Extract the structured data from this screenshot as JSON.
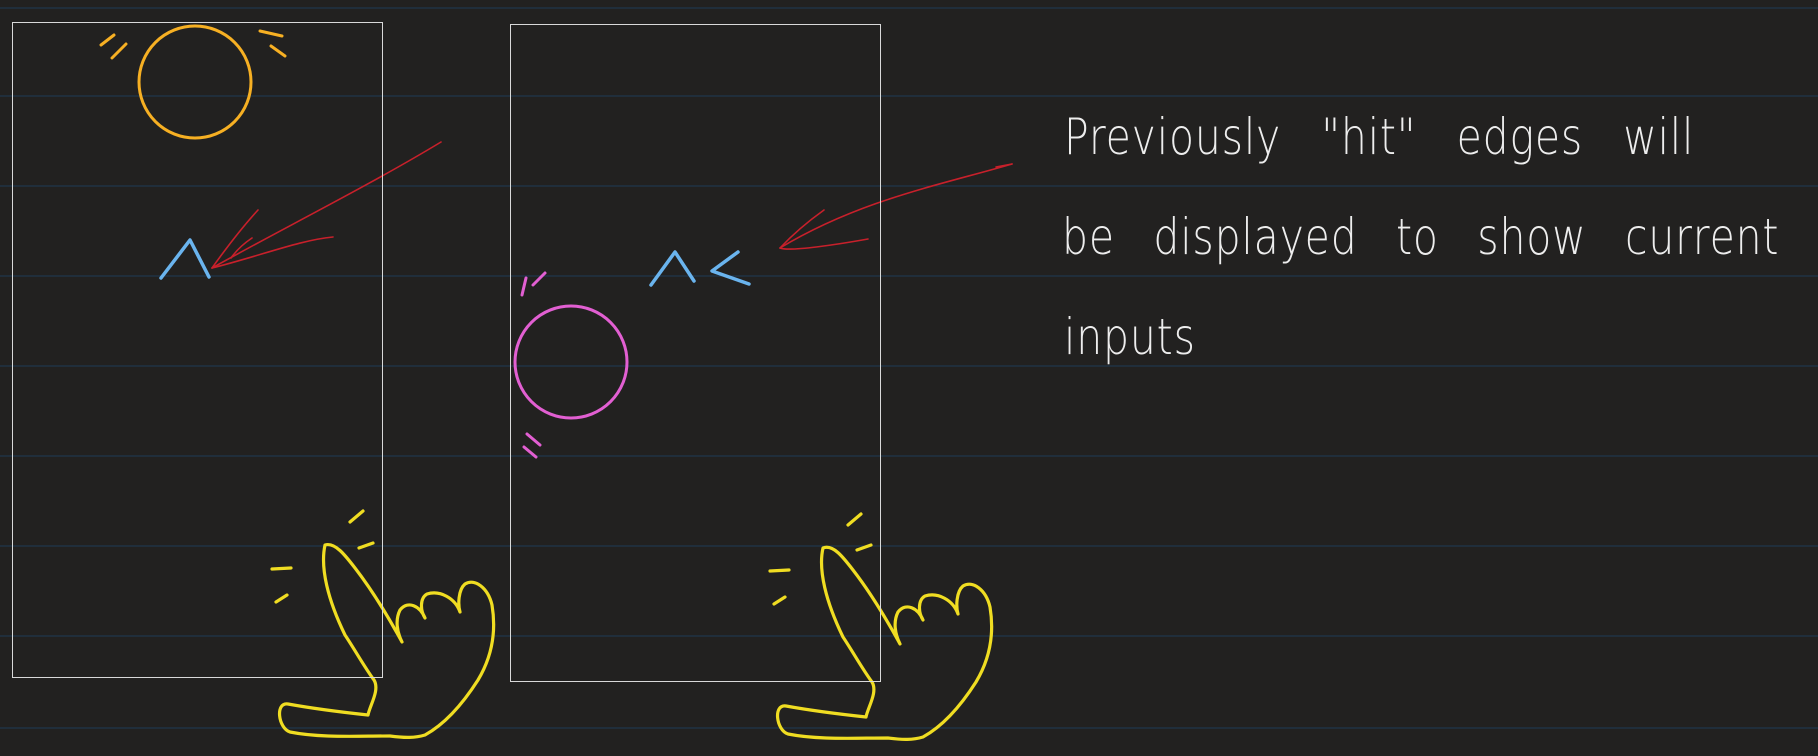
{
  "canvas": {
    "background": "#222120",
    "rule_color": "#1f3a56",
    "frame_color": "#d9d9d9"
  },
  "panels": [
    {
      "name": "panel-1",
      "sun_color": "#f7b023",
      "arrow_glyphs": [
        "^"
      ],
      "arrow_color": "#6ab4ee",
      "pointer_color": "#f0dd22",
      "annotation_color": "#c8202b"
    },
    {
      "name": "panel-2",
      "ball_color": "#e25fd2",
      "arrow_glyphs": [
        "^",
        "<"
      ],
      "arrow_color": "#6ab4ee",
      "pointer_color": "#f0dd22",
      "annotation_color": "#c8202b"
    }
  ],
  "note": {
    "line1": "Previously \"hit\" edges will",
    "line2": "be displayed to show current",
    "line3": "inputs"
  }
}
